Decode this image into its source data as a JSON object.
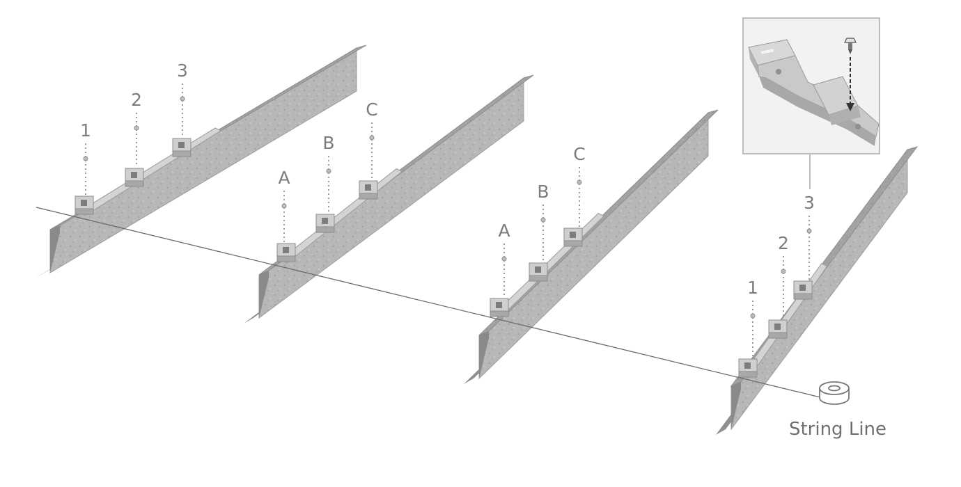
{
  "diagram": {
    "caption": "String Line",
    "rails": [
      {
        "labels": [
          "1",
          "2",
          "3"
        ]
      },
      {
        "labels": [
          "A",
          "B",
          "C"
        ]
      },
      {
        "labels": [
          "A",
          "B",
          "C"
        ]
      },
      {
        "labels": [
          "1",
          "2",
          "3"
        ]
      }
    ],
    "colors": {
      "steel_top": "#a9a9a9",
      "steel_face": "#b9b9b9",
      "steel_dark": "#8a8a8a",
      "bracket": "#c7c7c7",
      "string": "#6b6b6b",
      "label": "#7c7c7c",
      "inset_border": "#bdbdbd"
    },
    "icons": [
      "screw-icon",
      "string-line-spool-icon"
    ]
  }
}
